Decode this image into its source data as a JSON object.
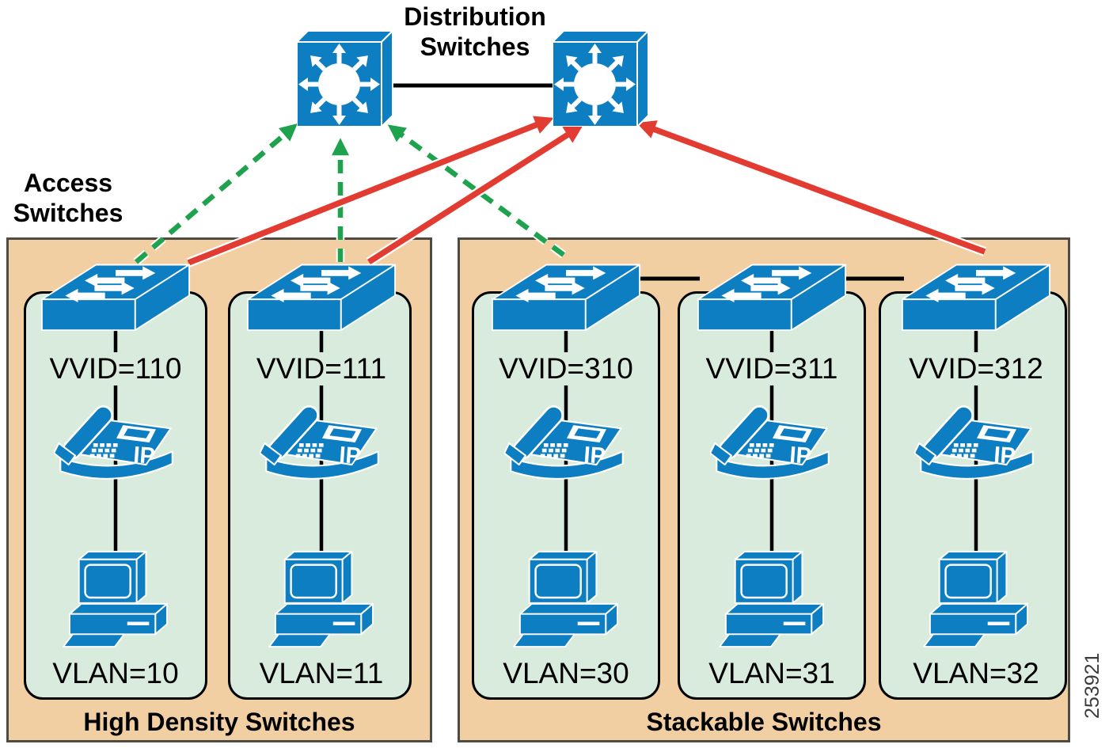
{
  "title": {
    "line1": "Distribution",
    "line2": "Switches"
  },
  "access_label": {
    "line1": "Access",
    "line2": "Switches"
  },
  "phone_label": "IP",
  "figure_number": "253921",
  "groups": [
    {
      "label": "High Density Switches",
      "columns": [
        {
          "vvid": "VVID=110",
          "vlan": "VLAN=10"
        },
        {
          "vvid": "VVID=111",
          "vlan": "VLAN=11"
        }
      ]
    },
    {
      "label": "Stackable Switches",
      "columns": [
        {
          "vvid": "VVID=310",
          "vlan": "VLAN=30"
        },
        {
          "vvid": "VVID=311",
          "vlan": "VLAN=31"
        },
        {
          "vvid": "VVID=312",
          "vlan": "VLAN=32"
        }
      ]
    }
  ],
  "uplinks": [
    {
      "from": "access switch VVID=110",
      "to": "left distribution switch",
      "style": "green-dashed"
    },
    {
      "from": "access switch VVID=110",
      "to": "right distribution switch",
      "style": "red-solid"
    },
    {
      "from": "access switch VVID=111",
      "to": "left distribution switch",
      "style": "green-dashed"
    },
    {
      "from": "access switch VVID=111",
      "to": "right distribution switch",
      "style": "red-solid"
    },
    {
      "from": "access switch VVID=310",
      "to": "left distribution switch",
      "style": "green-dashed"
    },
    {
      "from": "access switch VVID=312",
      "to": "right distribution switch",
      "style": "red-solid"
    }
  ],
  "other_links": [
    "left distribution switch - right distribution switch",
    "stackable access switches interconnected"
  ],
  "colors": {
    "device_blue": "#0d7ec1",
    "panel_tan": "#f2cfa3",
    "column_green": "#d8ebdc",
    "uplink_green": "#1ea24d",
    "uplink_red": "#e23b31"
  }
}
